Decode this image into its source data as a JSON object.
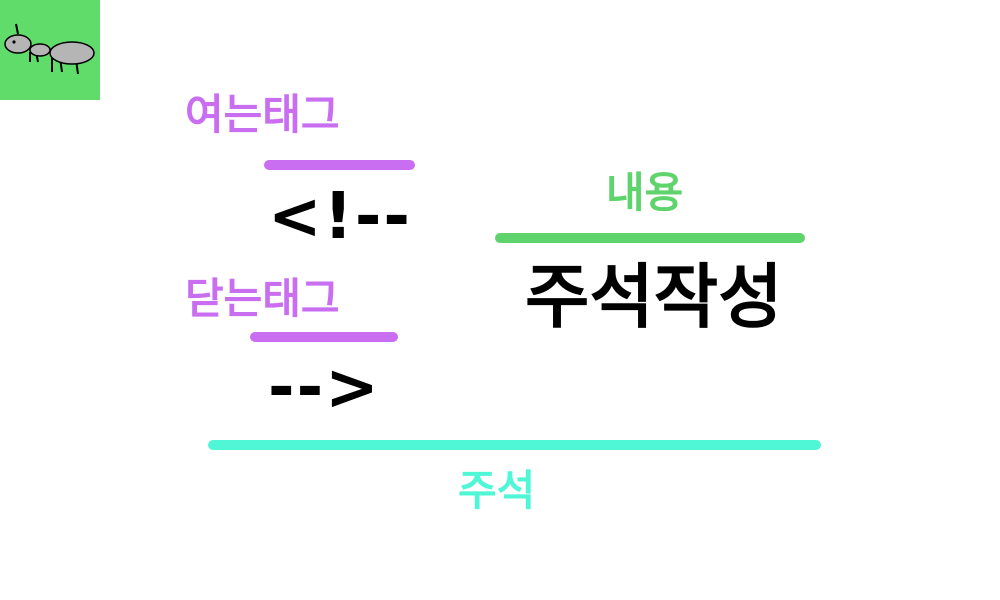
{
  "colors": {
    "logo_bg": "#5fdc6a",
    "tag_accent": "#c96ef0",
    "content_accent": "#5fd36c",
    "comment_accent": "#4ff7d6",
    "code_text": "#000000"
  },
  "logo": {
    "icon": "ant-icon"
  },
  "open_tag": {
    "label": "여는태그",
    "code": "<!--"
  },
  "close_tag": {
    "label": "닫는태그",
    "code": "-->"
  },
  "content": {
    "label": "내용",
    "text": "주석작성"
  },
  "comment": {
    "label": "주석"
  }
}
